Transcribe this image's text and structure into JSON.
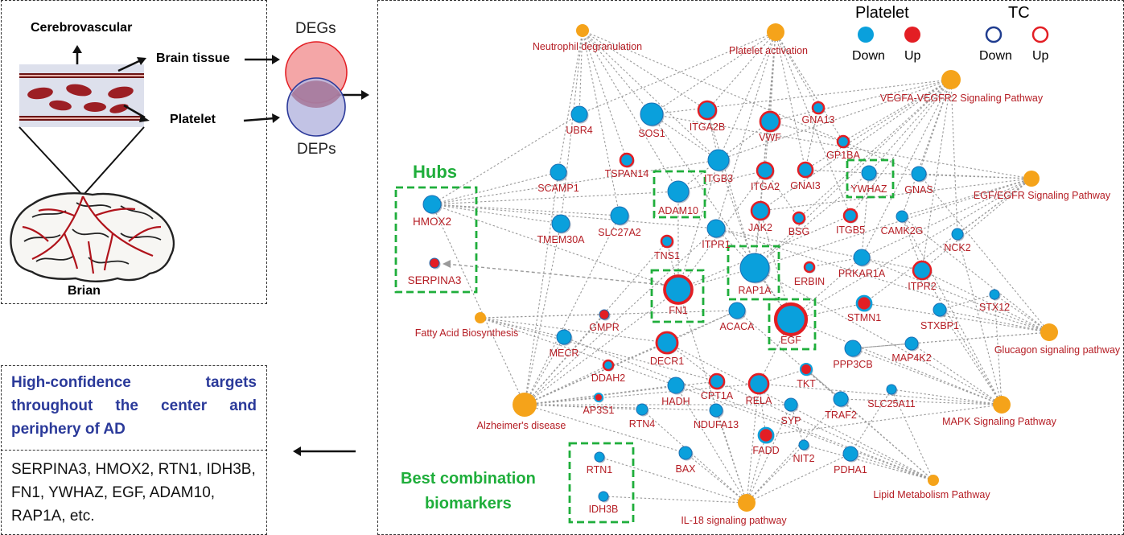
{
  "left_panel": {
    "cerebrovascular": "Cerebrovascular",
    "brain_tissue": "Brain tissue",
    "platelet": "Platelet",
    "brain": "Brian"
  },
  "venn": {
    "degs": "DEGs",
    "deps": "DEPs"
  },
  "legend": {
    "platelet_title": "Platelet",
    "tc_title": "TC",
    "down": "Down",
    "up": "Up",
    "colors": {
      "down_fill": "#0aa0dc",
      "up_fill": "#e31e24",
      "tc_down_ring": "#1f3c8f",
      "tc_up_ring": "#e31e24",
      "pathway": "#f5a31a"
    }
  },
  "hubs_label": "Hubs",
  "best_label": "Best combination\nbiomarkers",
  "bottom_box": {
    "title": "High-confidence targets throughout the center and periphery of AD",
    "genes": "SERPINA3, HMOX2, RTN1, IDH3B, FN1, YWHAZ, EGF, ADAM10, RAP1A, etc."
  },
  "network": {
    "pathways": [
      "Neutrophil degranulation",
      "Platelet activation",
      "VEGFA-VEGFR2 Signaling Pathway",
      "EGF/EGFR Signaling Pathway",
      "Glucagon signaling pathway",
      "MAPK Signaling Pathway",
      "Lipid Metabolism Pathway",
      "IL-18 signaling pathway",
      "Alzheimer's disease",
      "Fatty Acid Biosynthesis"
    ],
    "genes": [
      "UBR4",
      "SOS1",
      "ITGA2B",
      "VWF",
      "GNA13",
      "GP1BA",
      "TSPAN14",
      "ITGB3",
      "ITGA2",
      "GNAI3",
      "YWHAZ",
      "GNAS",
      "SCAMP1",
      "ADAM10",
      "HMOX2",
      "TMEM30A",
      "SLC27A2",
      "ITPR1",
      "JAK2",
      "BSG",
      "ITGB5",
      "CAMK2G",
      "NCK2",
      "TNS1",
      "RAP1A",
      "ERBIN",
      "PRKAR1A",
      "ITPR2",
      "SERPINA3",
      "FN1",
      "ACACA",
      "STMN1",
      "STX12",
      "GMPR",
      "EGF",
      "STXBP1",
      "MECR",
      "DECR1",
      "MAP4K2",
      "PPP3CB",
      "DDAH2",
      "CPT1A",
      "TKT",
      "AP3S1",
      "HADH",
      "RELA",
      "SLC25A11",
      "RTN4",
      "NDUFA13",
      "SYP",
      "TRAF2",
      "FADD",
      "NIT2",
      "BAX",
      "PDHA1",
      "RTN1",
      "IDH3B"
    ]
  }
}
